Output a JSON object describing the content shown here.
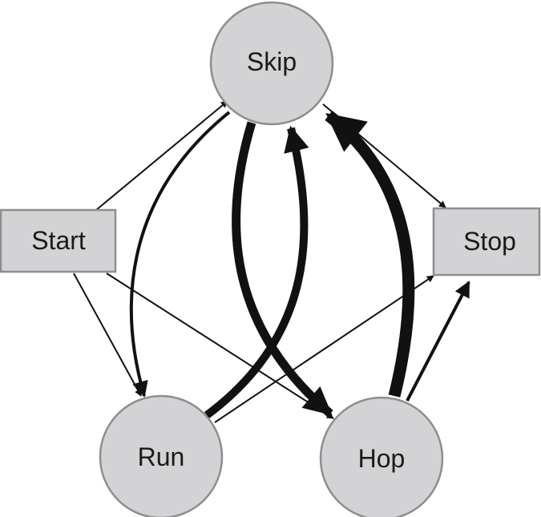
{
  "nodes": {
    "skip": {
      "label": "Skip",
      "shape": "circle"
    },
    "run": {
      "label": "Run",
      "shape": "circle"
    },
    "hop": {
      "label": "Hop",
      "shape": "circle"
    },
    "start": {
      "label": "Start",
      "shape": "rectangle"
    },
    "stop": {
      "label": "Stop",
      "shape": "rectangle"
    }
  },
  "edges": [
    {
      "from": "start",
      "to": "skip",
      "weight": "thin"
    },
    {
      "from": "start",
      "to": "run",
      "weight": "thin"
    },
    {
      "from": "start",
      "to": "hop",
      "weight": "thin"
    },
    {
      "from": "skip",
      "to": "stop",
      "weight": "thin"
    },
    {
      "from": "run",
      "to": "stop",
      "weight": "thin"
    },
    {
      "from": "hop",
      "to": "stop",
      "weight": "medium"
    },
    {
      "from": "skip",
      "to": "run",
      "weight": "medium"
    },
    {
      "from": "run",
      "to": "skip",
      "weight": "heavy"
    },
    {
      "from": "skip",
      "to": "hop",
      "weight": "heavy"
    },
    {
      "from": "hop",
      "to": "skip",
      "weight": "very-heavy"
    }
  ],
  "colors": {
    "node_fill": "#d3d3d5",
    "node_stroke": "#8e8e90",
    "edge": "#111111",
    "text": "#1a1a1a"
  }
}
